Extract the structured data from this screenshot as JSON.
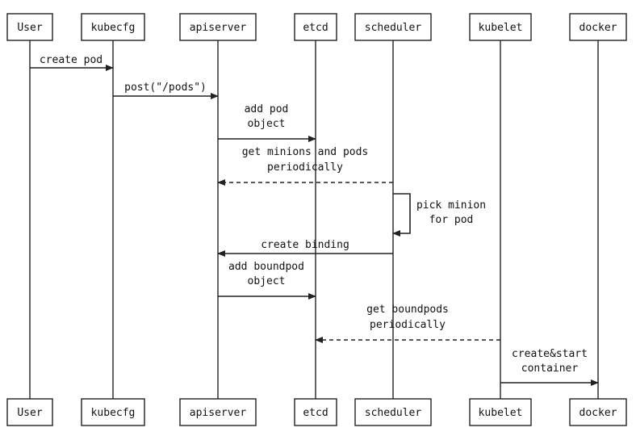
{
  "participants": [
    {
      "id": "user",
      "label": "User"
    },
    {
      "id": "kubecfg",
      "label": "kubecfg"
    },
    {
      "id": "apiserver",
      "label": "apiserver"
    },
    {
      "id": "etcd",
      "label": "etcd"
    },
    {
      "id": "scheduler",
      "label": "scheduler"
    },
    {
      "id": "kubelet",
      "label": "kubelet"
    },
    {
      "id": "docker",
      "label": "docker"
    }
  ],
  "messages": [
    {
      "from": "user",
      "to": "kubecfg",
      "lines": [
        "create pod"
      ],
      "style": "solid"
    },
    {
      "from": "kubecfg",
      "to": "apiserver",
      "lines": [
        "post(\"/pods\")"
      ],
      "style": "solid"
    },
    {
      "from": "apiserver",
      "to": "etcd",
      "lines": [
        "add pod",
        "object"
      ],
      "style": "solid"
    },
    {
      "from": "scheduler",
      "to": "apiserver",
      "lines": [
        "get minions and pods",
        "periodically"
      ],
      "style": "dashed"
    },
    {
      "from": "scheduler",
      "to": "scheduler",
      "lines": [
        "pick minion",
        "for pod"
      ],
      "style": "self"
    },
    {
      "from": "scheduler",
      "to": "apiserver",
      "lines": [
        "create binding"
      ],
      "style": "solid"
    },
    {
      "from": "apiserver",
      "to": "etcd",
      "lines": [
        "add boundpod",
        "object"
      ],
      "style": "solid"
    },
    {
      "from": "kubelet",
      "to": "etcd",
      "lines": [
        "get boundpods",
        "periodically"
      ],
      "style": "dashed"
    },
    {
      "from": "kubelet",
      "to": "docker",
      "lines": [
        "create&start",
        "container"
      ],
      "style": "solid"
    }
  ]
}
